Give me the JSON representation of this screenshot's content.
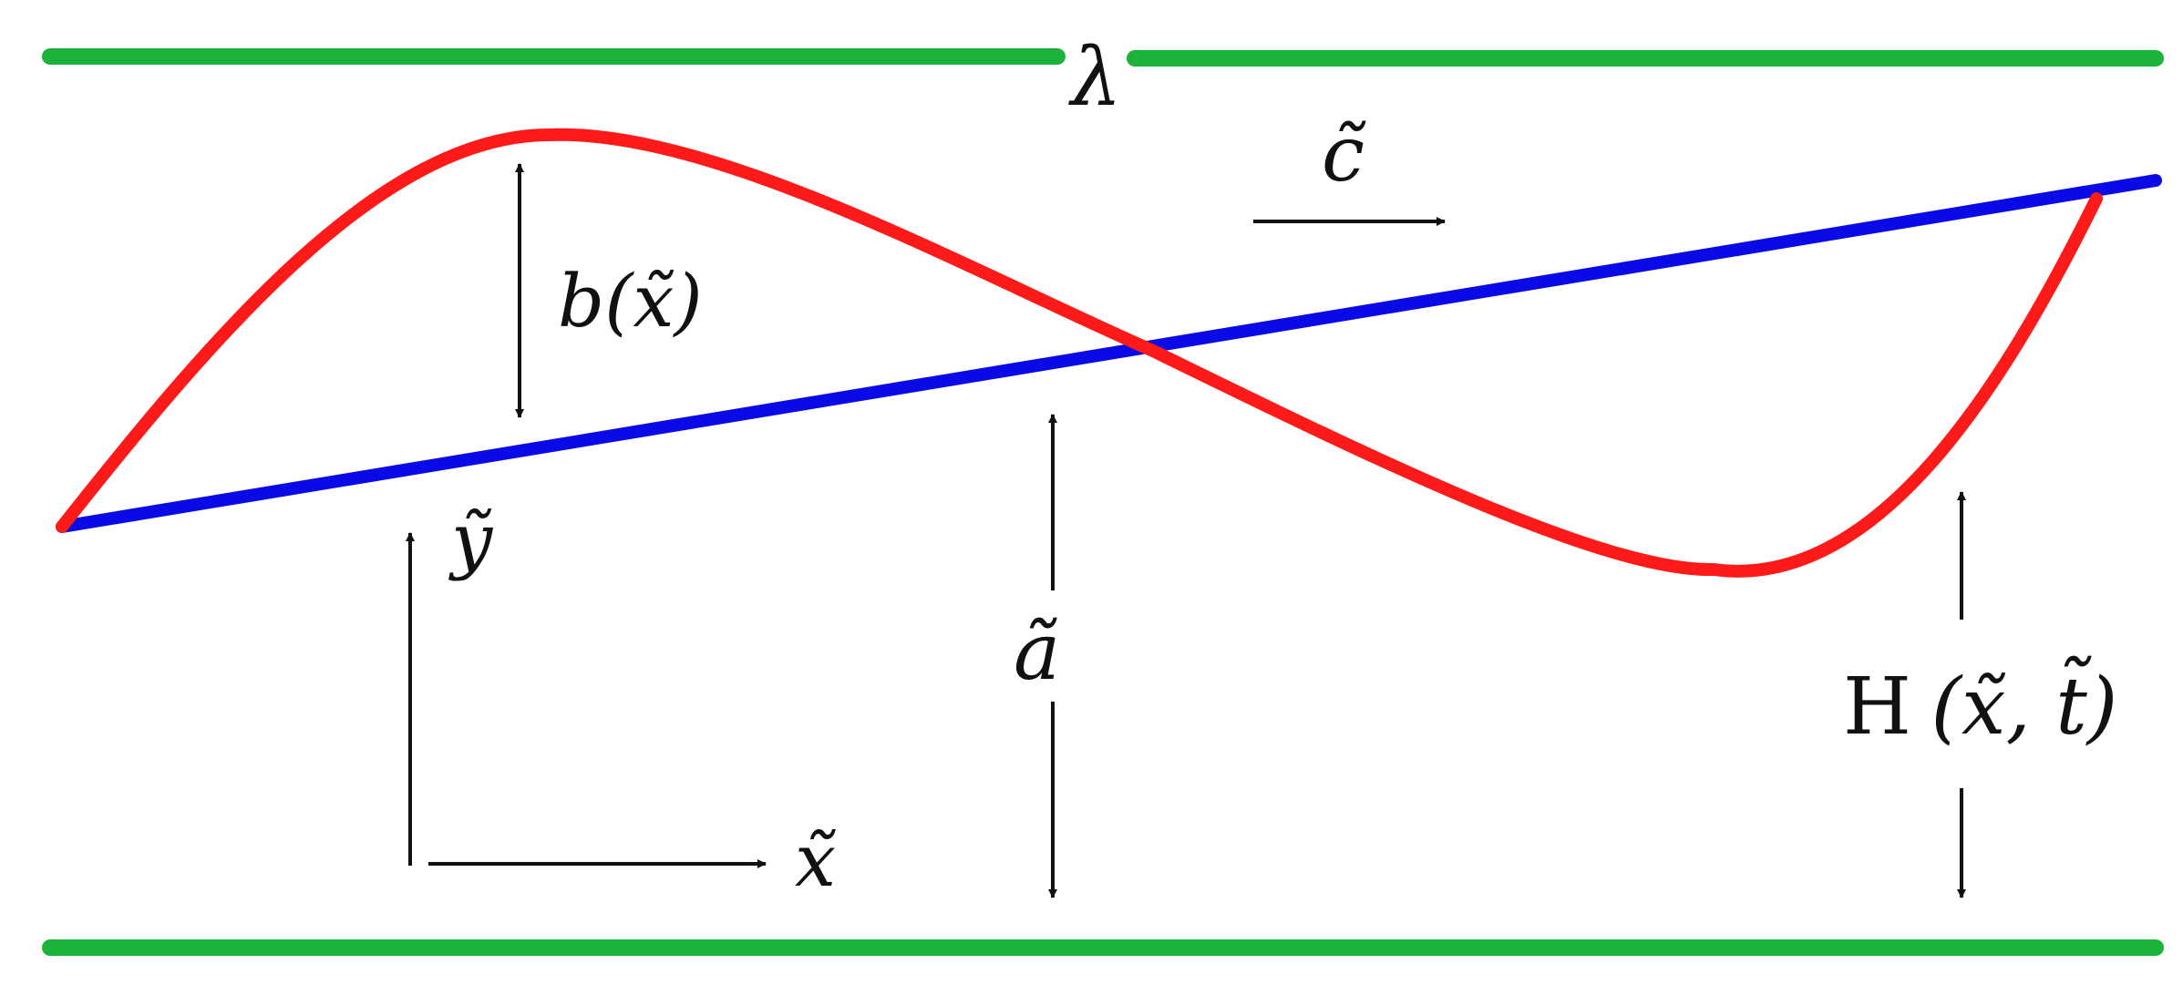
{
  "labels": {
    "wavelength": "λ",
    "wave_speed": "c̃",
    "amplitude": "b(x̃)",
    "y_axis": "ỹ",
    "x_axis": "x̃",
    "half_width": "ã",
    "height_prefix": "H",
    "height_args": "(x̃, t̃)"
  },
  "colors": {
    "channel_walls": "#1db33a",
    "wave_profile": "#ff1a1a",
    "mean_line": "#0a0ae6",
    "annotation": "#111111"
  }
}
